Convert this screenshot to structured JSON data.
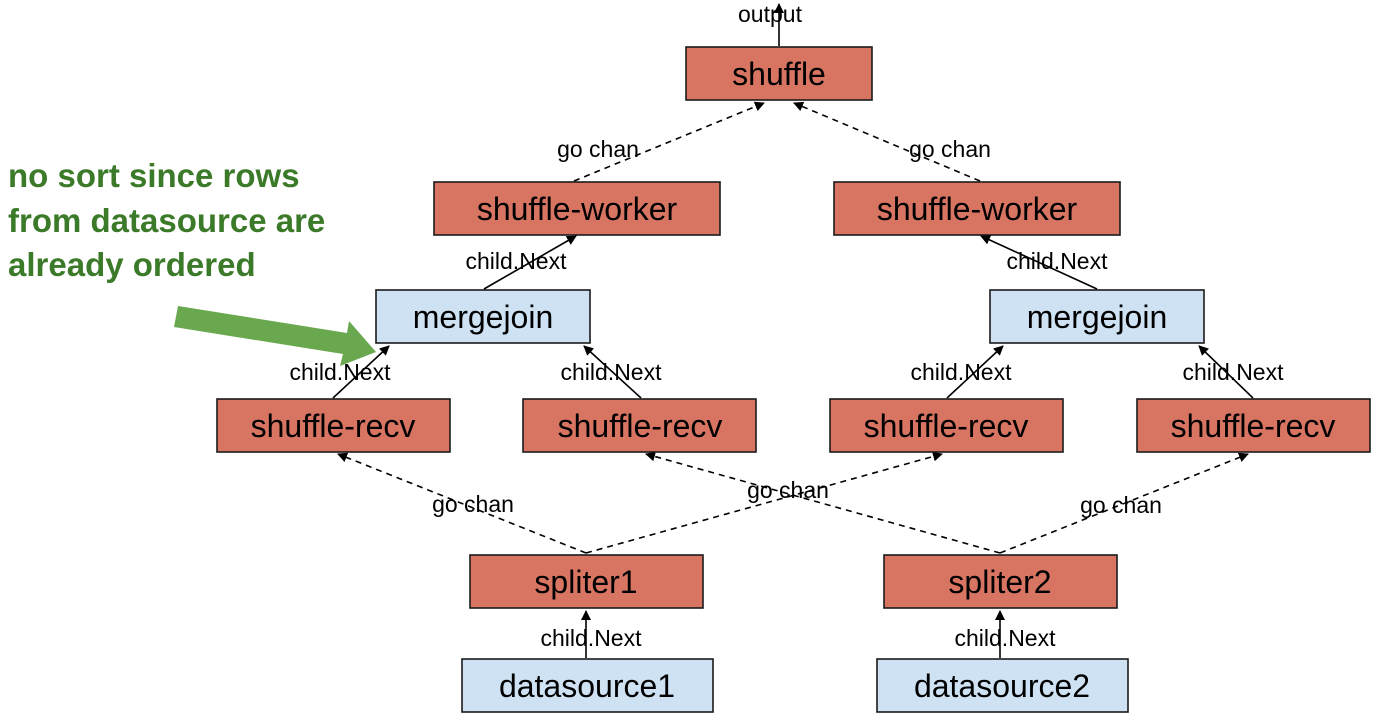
{
  "colors": {
    "operator_fill": "#d87462",
    "source_fill": "#cfe2f3",
    "border": "#1a1a1a",
    "note": "#3b7a28",
    "arrow_green": "#6aa84f"
  },
  "nodes": {
    "shuffle": "shuffle",
    "shuffle_worker_left": "shuffle-worker",
    "shuffle_worker_right": "shuffle-worker",
    "mergejoin_left": "mergejoin",
    "mergejoin_right": "mergejoin",
    "shuffle_recv_1": "shuffle-recv",
    "shuffle_recv_2": "shuffle-recv",
    "shuffle_recv_3": "shuffle-recv",
    "shuffle_recv_4": "shuffle-recv",
    "spliter1": "spliter1",
    "spliter2": "spliter2",
    "datasource1": "datasource1",
    "datasource2": "datasource2"
  },
  "edges": {
    "output": "output",
    "go_chan_top_left": "go chan",
    "go_chan_top_right": "go chan",
    "child_next_left_worker": "child.Next",
    "child_next_right_worker": "child.Next",
    "child_next_recv_1": "child.Next",
    "child_next_recv_2": "child.Next",
    "child_next_recv_3": "child.Next",
    "child_next_recv_4": "child.Next",
    "go_chan_bottom_left": "go chan",
    "go_chan_bottom_middle": "go chan",
    "go_chan_bottom_right": "go chan",
    "child_next_spliter1": "child.Next",
    "child_next_spliter2": "child.Next"
  },
  "note": {
    "lines": [
      "no sort since rows",
      "from datasource are",
      "already ordered"
    ]
  }
}
